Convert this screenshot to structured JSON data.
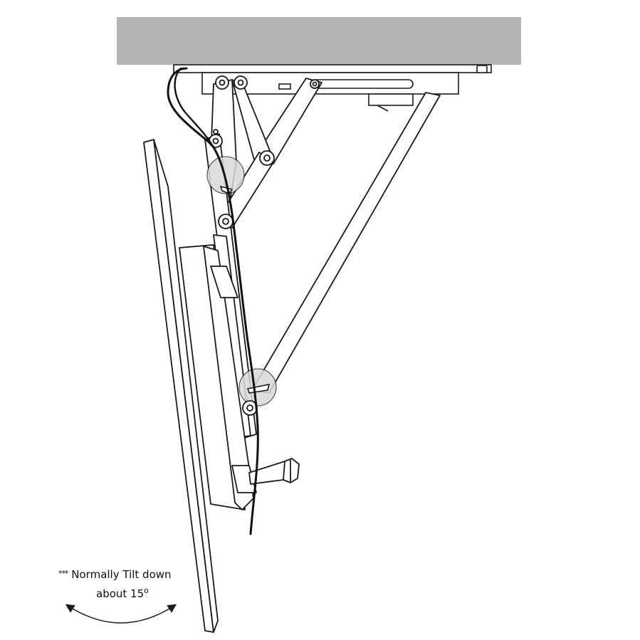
{
  "note": {
    "line1_prefix": "***",
    "line1": "Normally Tilt down",
    "line2": "about 15",
    "degree_symbol": "o"
  },
  "colors": {
    "ceiling": "#b3b5b7",
    "stroke": "#1a1a1a",
    "highlight_circle": "#d9d9d9",
    "cable": "#111111"
  },
  "icons": {
    "tilt_arrow": "double-headed-curved-arrow-icon",
    "pivot": "pivot-bolt-icon",
    "handle": "tilt-lock-handle-icon"
  }
}
